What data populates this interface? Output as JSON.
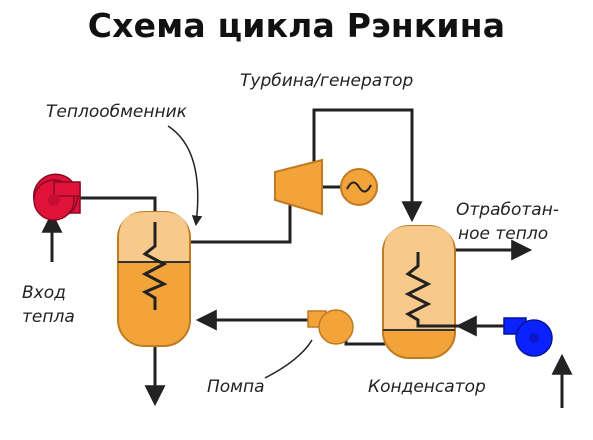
{
  "title": "Схема цикла Рэнкина",
  "labels": {
    "heat_exchanger": "Теплообменник",
    "turbine_generator": "Турбина/генератор",
    "waste_heat_line1": "Отработан-",
    "waste_heat_line2": "ное тепло",
    "heat_input_line1": "Вход",
    "heat_input_line2": "тепла",
    "pump": "Помпа",
    "condenser": "Конденсатор"
  },
  "colors": {
    "vessel_fill": "#f2a33a",
    "vessel_upper": "#f7c98a",
    "vessel_stroke": "#c07a22",
    "hot_fan": "#e0123a",
    "cold_fan": "#0a22ff",
    "pipe": "#222222"
  },
  "icons": {
    "generator": "sine-wave-icon",
    "hot_fan": "fan-icon",
    "cold_fan": "fan-icon",
    "pump": "pump-icon",
    "turbine": "turbine-icon"
  }
}
